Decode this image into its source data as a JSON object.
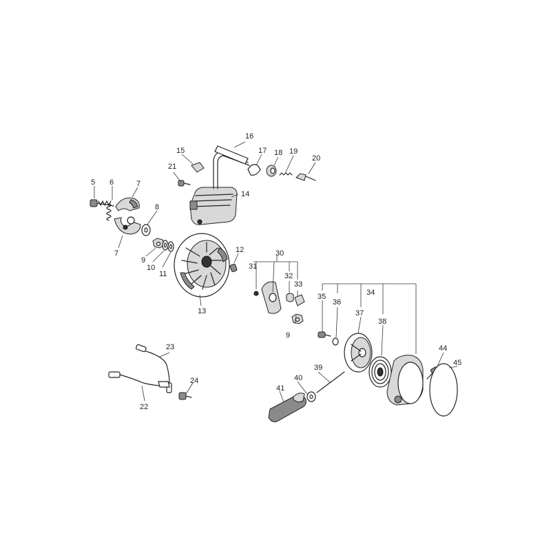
{
  "callouts": [
    "5",
    "6",
    "7",
    "7",
    "8",
    "9",
    "10",
    "11",
    "12",
    "13",
    "14",
    "15",
    "16",
    "17",
    "18",
    "19",
    "20",
    "21",
    "22",
    "23",
    "24",
    "30",
    "31",
    "32",
    "33",
    "9",
    "34",
    "35",
    "36",
    "37",
    "38",
    "39",
    "40",
    "41",
    "44",
    "45"
  ]
}
